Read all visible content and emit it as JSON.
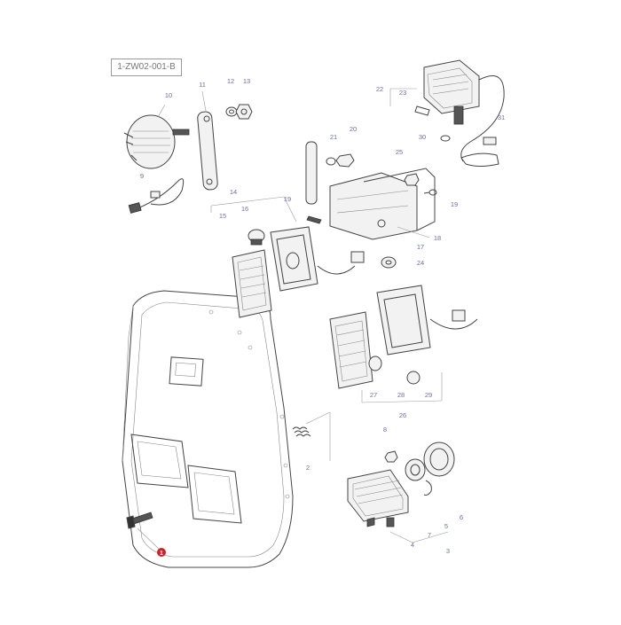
{
  "diagram": {
    "reference_code": "1-ZW02-001-B",
    "highlight_color": "#d0202a",
    "label_color": "#6b6fa8",
    "callouts": [
      {
        "id": "1",
        "text": "1",
        "highlighted": true
      },
      {
        "id": "2",
        "text": "2"
      },
      {
        "id": "3",
        "text": "3"
      },
      {
        "id": "4",
        "text": "4"
      },
      {
        "id": "5",
        "text": "5"
      },
      {
        "id": "6",
        "text": "6"
      },
      {
        "id": "7",
        "text": "7"
      },
      {
        "id": "8",
        "text": "8"
      },
      {
        "id": "9",
        "text": "9"
      },
      {
        "id": "10",
        "text": "10"
      },
      {
        "id": "11",
        "text": "11"
      },
      {
        "id": "12",
        "text": "12"
      },
      {
        "id": "13",
        "text": "13"
      },
      {
        "id": "14",
        "text": "14"
      },
      {
        "id": "15",
        "text": "15"
      },
      {
        "id": "16",
        "text": "16"
      },
      {
        "id": "17",
        "text": "17"
      },
      {
        "id": "18",
        "text": "18"
      },
      {
        "id": "19a",
        "text": "19"
      },
      {
        "id": "19b",
        "text": "19"
      },
      {
        "id": "20",
        "text": "20"
      },
      {
        "id": "21",
        "text": "21"
      },
      {
        "id": "22",
        "text": "22"
      },
      {
        "id": "23",
        "text": "23"
      },
      {
        "id": "24",
        "text": "24"
      },
      {
        "id": "25",
        "text": "25"
      },
      {
        "id": "26",
        "text": "26"
      },
      {
        "id": "27",
        "text": "27"
      },
      {
        "id": "28",
        "text": "28"
      },
      {
        "id": "29",
        "text": "29"
      },
      {
        "id": "30",
        "text": "30"
      },
      {
        "id": "31",
        "text": "31"
      }
    ]
  }
}
